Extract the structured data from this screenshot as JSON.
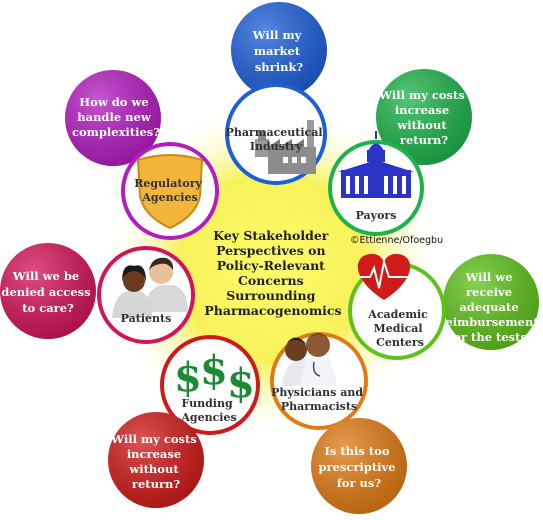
{
  "center_title": [
    "Key Stakeholder",
    "Perspectives on",
    "Policy-Relevant",
    "Concerns",
    "Surrounding",
    "Pharmacogenomics"
  ],
  "credit": "©Ettienne/Ofoegbu",
  "stakeholders": {
    "pharma": {
      "label": [
        "Pharmaceutical",
        "Industry"
      ],
      "question": [
        "Will my",
        "market",
        "shrink?"
      ],
      "ring_color": "#1e5fd8",
      "bubble_color": "#1e5fd8"
    },
    "payors": {
      "label": [
        "Payors"
      ],
      "question": [
        "Will my costs",
        "increase",
        "without",
        "return?"
      ],
      "ring_color": "#1db34a",
      "bubble_color": "#1db34a"
    },
    "academic": {
      "label": [
        "Academic",
        "Medical",
        "Centers"
      ],
      "question": [
        "Will we",
        "receive",
        "adequate",
        "reimbursement",
        "for the tests?"
      ],
      "ring_color": "#5fc21b",
      "bubble_color": "#5fc21b"
    },
    "physicians": {
      "label": [
        "Physicians and",
        "Pharmacists"
      ],
      "question": [
        "Is this too",
        "prescriptive",
        "for us?"
      ],
      "ring_color": "#e07b14",
      "bubble_color": "#e07b14"
    },
    "funding": {
      "label": [
        "Funding",
        "Agencies"
      ],
      "question": [
        "Will my costs",
        "increase",
        "without",
        "return?"
      ],
      "ring_color": "#d01a1a",
      "bubble_color": "#d01a1a"
    },
    "patients": {
      "label": [
        "Patients"
      ],
      "question": [
        "Will we be",
        "denied access",
        "to care?"
      ],
      "ring_color": "#d4145a",
      "bubble_color": "#d4145a"
    },
    "regulatory": {
      "label": [
        "Regulatory",
        "Agencies"
      ],
      "question": [
        "How do we",
        "handle new",
        "complexities?"
      ],
      "ring_color": "#b41cc0",
      "bubble_color": "#b41cc0"
    }
  }
}
